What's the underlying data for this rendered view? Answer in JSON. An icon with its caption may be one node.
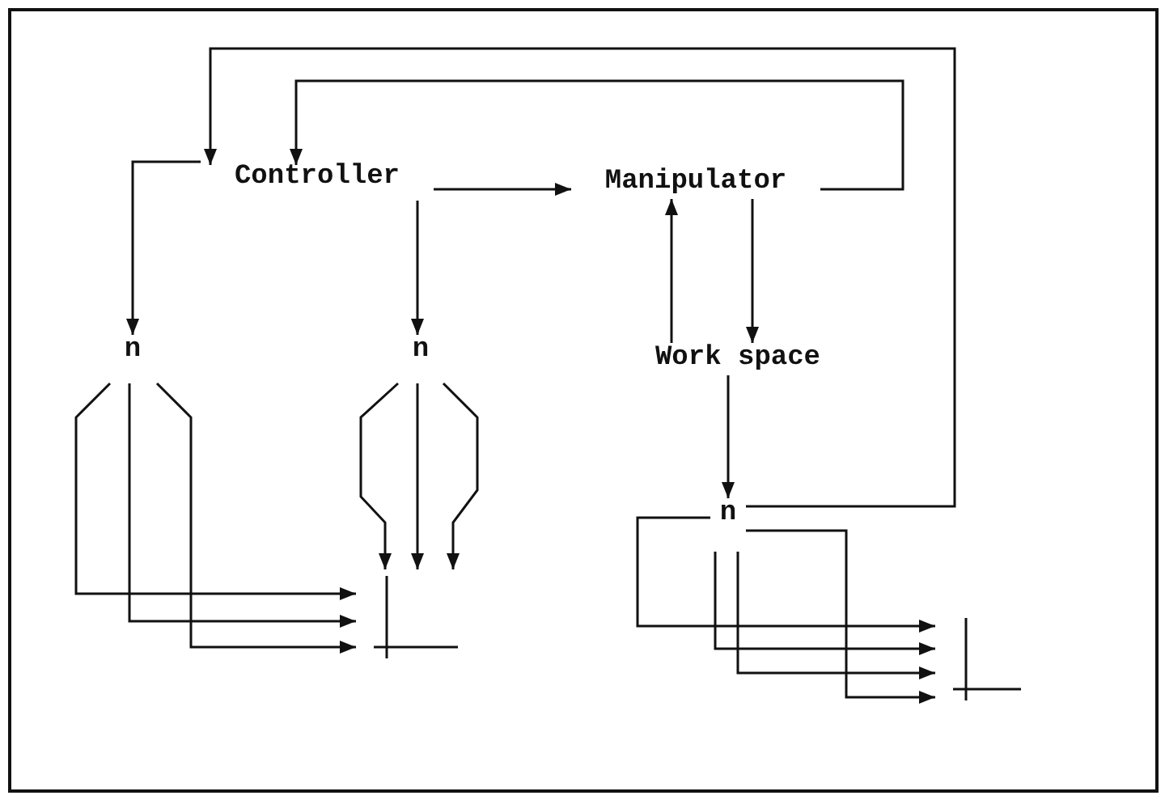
{
  "diagram": {
    "nodes": [
      {
        "text": [
          "Controller"
        ]
      },
      {
        "text": [
          "Manipulator"
        ]
      },
      {
        "text": [
          "n"
        ]
      },
      {
        "text": [
          "n"
        ]
      },
      {
        "text": [
          "Work space"
        ]
      },
      {
        "text": [
          "n"
        ]
      },
      {
        "text": [],
        "shape": "cross"
      },
      {
        "text": [],
        "shape": "cross"
      }
    ],
    "edges": [
      {
        "from": 1,
        "to": 0,
        "arrow": "to"
      },
      {
        "from": 5,
        "to": 0,
        "arrow": "to"
      },
      {
        "from": 0,
        "to": 1,
        "arrow": "to"
      },
      {
        "from": 0,
        "to": 2,
        "arrow": "to"
      },
      {
        "from": 0,
        "to": 3,
        "arrow": "to"
      },
      {
        "from": 4,
        "to": 1,
        "arrow": "to"
      },
      {
        "from": 1,
        "to": 4,
        "arrow": "to"
      },
      {
        "from": 4,
        "to": 5,
        "arrow": "to"
      },
      {
        "from": 2,
        "to": 6,
        "arrow": "to"
      },
      {
        "from": 2,
        "to": 6,
        "arrow": "to"
      },
      {
        "from": 2,
        "to": 6,
        "arrow": "to"
      },
      {
        "from": 3,
        "to": 6,
        "arrow": "to"
      },
      {
        "from": 3,
        "to": 6,
        "arrow": "to"
      },
      {
        "from": 3,
        "to": 6,
        "arrow": "to"
      },
      {
        "from": 5,
        "to": 7,
        "arrow": "to"
      },
      {
        "from": 5,
        "to": 7,
        "arrow": "to"
      },
      {
        "from": 5,
        "to": 7,
        "arrow": "to"
      },
      {
        "from": 5,
        "to": 7,
        "arrow": "to"
      }
    ]
  }
}
